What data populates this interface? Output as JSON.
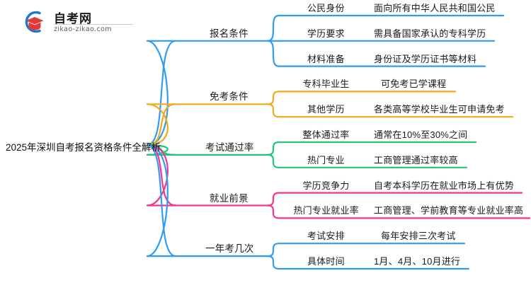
{
  "logo": {
    "name_zh": "自考网",
    "domain": "zikao-zikao.com",
    "mark_icon": "graduation-cap-icon",
    "arc_color": "#1b77d2",
    "cap_color": "#e03a3a"
  },
  "root": {
    "label": "2025年深圳自考报名资格条件全解析"
  },
  "colors": {
    "blue": "#2f9cf4",
    "orange": "#f2a91d",
    "green": "#24c37c",
    "pink": "#f5358a",
    "text": "#1a1a1a"
  },
  "branches": [
    {
      "label": "报名条件",
      "color": "#2f9cf4",
      "children": [
        {
          "label": "公民身份",
          "detail": "面向所有中华人民共和国公民"
        },
        {
          "label": "学历要求",
          "detail": "需具备国家承认的专科学历"
        },
        {
          "label": "材料准备",
          "detail": "身份证及学历证书等材料"
        }
      ]
    },
    {
      "label": "免考条件",
      "color": "#f2a91d",
      "children": [
        {
          "label": "专科毕业生",
          "detail": "可免考已学课程"
        },
        {
          "label": "其他学历",
          "detail": "各类高等学校毕业生可申请免考"
        }
      ]
    },
    {
      "label": "考试通过率",
      "color": "#24c37c",
      "children": [
        {
          "label": "整体通过率",
          "detail": "通常在10%至30%之间"
        },
        {
          "label": "热门专业",
          "detail": "工商管理通过率较高"
        }
      ]
    },
    {
      "label": "就业前景",
      "color": "#f5358a",
      "children": [
        {
          "label": "学历竞争力",
          "detail": "自考本科学历在就业市场上有优势"
        },
        {
          "label": "热门专业就业率",
          "detail": "工商管理、学前教育等专业就业率高"
        }
      ]
    },
    {
      "label": "一年考几次",
      "color": "#2f9cf4",
      "children": [
        {
          "label": "考试安排",
          "detail": "每年安排三次考试"
        },
        {
          "label": "具体时间",
          "detail": "1月、4月、10月进行"
        }
      ]
    }
  ]
}
